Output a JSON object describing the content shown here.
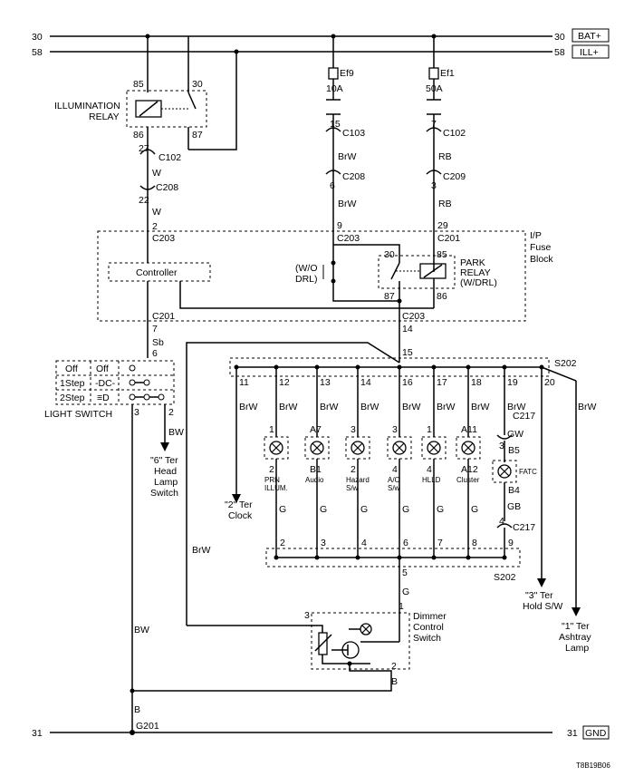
{
  "rails": {
    "bat_num_left": "30",
    "bat_num_right": "30",
    "bat_label": "BAT+",
    "ill_num_left": "58",
    "ill_num_right": "58",
    "ill_label": "ILL+",
    "gnd_num_left": "31",
    "gnd_num_right": "31",
    "gnd_label": "GND"
  },
  "illum_relay": {
    "name1": "ILLUMINATION",
    "name2": "RELAY",
    "pin85": "85",
    "pin30": "30",
    "pin86": "86",
    "pin87": "87"
  },
  "left_wire": {
    "c102_pin": "27",
    "c102": "C102",
    "w1": "W",
    "c208_pin": "22",
    "c208": "C208",
    "w2": "W",
    "c203_pin": "2",
    "c203": "C203"
  },
  "fuse_ef9": {
    "name": "Ef9",
    "rating": "10A",
    "c103_pin": "15",
    "c103": "C103",
    "wire1": "BrW",
    "c208_pin": "6",
    "c208": "C208",
    "wire2": "BrW",
    "c203_pin": "9",
    "c203": "C203"
  },
  "fuse_ef1": {
    "name": "Ef1",
    "rating": "50A",
    "c102_pin": "7",
    "c102": "C102",
    "wire1": "RB",
    "c209_pin": "3",
    "c209": "C209",
    "wire2": "RB",
    "c201_pin": "29",
    "c201": "C201"
  },
  "ip_fuse_block": {
    "name1": "I/P",
    "name2": "Fuse",
    "name3": "Block",
    "controller": "Controller",
    "wo_drl1": "(W/O",
    "wo_drl2": "DRL)",
    "park_relay1": "PARK",
    "park_relay2": "RELAY",
    "park_relay3": "(W/DRL)",
    "pin30": "30",
    "pin85": "85",
    "pin87": "87",
    "pin86": "86",
    "c201_bottom": "C201",
    "c203_bottom": "C203",
    "pin7": "7",
    "pin14": "14",
    "wire_sb": "Sb",
    "pin6": "6"
  },
  "light_switch": {
    "name": "LIGHT SWITCH",
    "row1a": "Off",
    "row1b": "Off",
    "row2": "1Step",
    "row3": "2Step",
    "pin3": "3",
    "pin2": "2",
    "wire_bw": "BW",
    "head_lamp1": "\"6\" Ter",
    "head_lamp2": "Head",
    "head_lamp3": "Lamp",
    "head_lamp4": "Switch"
  },
  "splice_top": {
    "name": "S202",
    "pin15": "15"
  },
  "branches": [
    {
      "pin": "11",
      "wire": "BrW"
    },
    {
      "pin": "12",
      "wire": "BrW",
      "lamp_top": "1",
      "lamp_bottom": "2",
      "label1": "PRN",
      "label2": "ILLUM.",
      "wire_g": "G",
      "spl": "2"
    },
    {
      "pin": "13",
      "wire": "BrW",
      "lamp_top": "A7",
      "lamp_bottom": "B1",
      "label1": "Audio",
      "label2": "",
      "wire_g": "G",
      "spl": "3"
    },
    {
      "pin": "14",
      "wire": "BrW",
      "lamp_top": "3",
      "lamp_bottom": "2",
      "label1": "Hazard",
      "label2": "S/w",
      "wire_g": "G",
      "spl": "4"
    },
    {
      "pin": "16",
      "wire": "BrW",
      "lamp_top": "3",
      "lamp_bottom": "4",
      "label1": "A/C",
      "label2": "S/w",
      "wire_g": "G",
      "spl": "6"
    },
    {
      "pin": "17",
      "wire": "BrW",
      "lamp_top": "1",
      "lamp_bottom": "4",
      "label1": "HLLD",
      "label2": "",
      "wire_g": "G",
      "spl": "7"
    },
    {
      "pin": "18",
      "wire": "BrW",
      "lamp_top": "A11",
      "lamp_bottom": "A12",
      "label1": "Cluster",
      "label2": "",
      "wire_g": "G",
      "spl": "8"
    },
    {
      "pin": "19",
      "wire": "BrW",
      "c217_pin": "3",
      "c217": "C217",
      "wire2": "GW",
      "lamp_top": "B5",
      "label1": "FATC",
      "lamp_bottom": "B4",
      "wire3": "GB",
      "c217b_pin": "4",
      "c217b": "C217",
      "spl": "9"
    },
    {
      "pin": "20",
      "wire": "BrW"
    }
  ],
  "clock": {
    "l1": "\"2\" Ter",
    "l2": "Clock"
  },
  "hold": {
    "l1": "\"3\" Ter",
    "l2": "Hold S/W"
  },
  "ashtray": {
    "l1": "\"1\" Ter",
    "l2": "Ashtray",
    "l3": "Lamp"
  },
  "splice_bottom": {
    "name": "S202",
    "pin5": "5",
    "wire_g": "G"
  },
  "dimmer": {
    "l1": "Dimmer",
    "l2": "Control",
    "l3": "Switch",
    "pin3": "3",
    "pin1": "1",
    "pin2": "2",
    "wire_brw": "BrW",
    "wire_bw": "BW",
    "wire_b": "B",
    "wire_b2": "B"
  },
  "ground": {
    "name": "G201"
  },
  "doc_code": "T8B19B06"
}
